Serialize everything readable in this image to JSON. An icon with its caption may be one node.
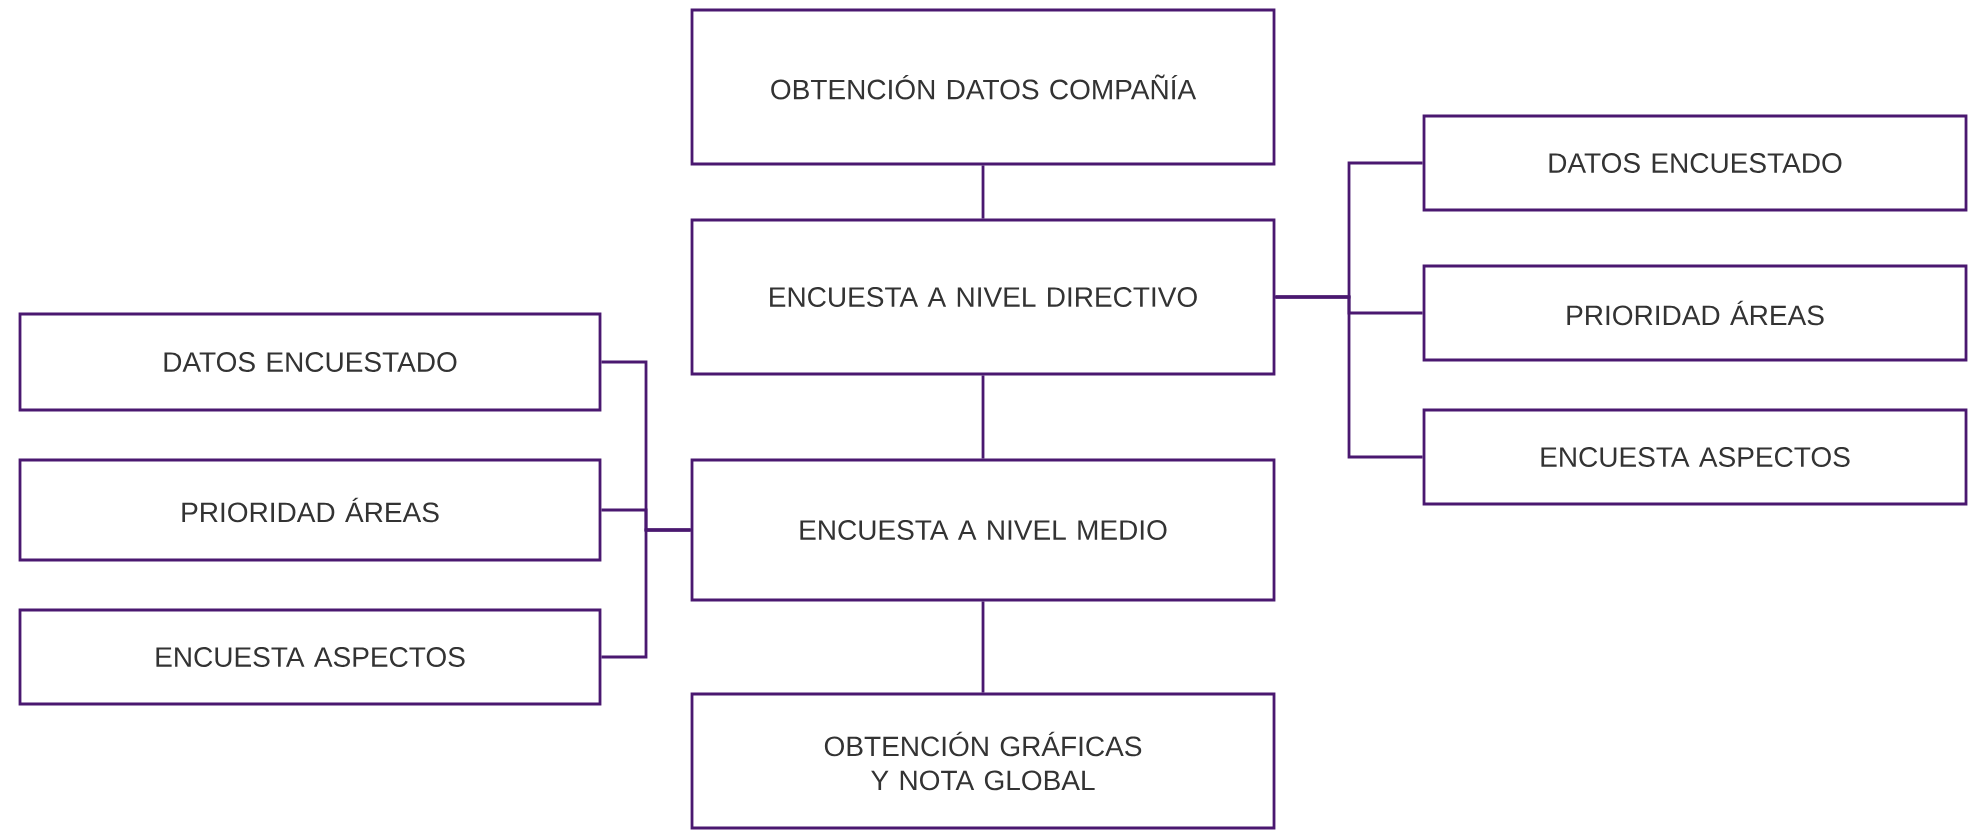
{
  "diagram": {
    "nodes": [
      {
        "text": [
          "OBTENCIÓN DATOS COMPAÑÍA"
        ]
      },
      {
        "text": [
          "ENCUESTA A NIVEL DIRECTIVO"
        ]
      },
      {
        "text": [
          "ENCUESTA A NIVEL MEDIO"
        ]
      },
      {
        "text": [
          "OBTENCIÓN GRÁFICAS Y NOTA GLOBAL"
        ]
      },
      {
        "text": [
          "DATOS ENCUESTADO"
        ]
      },
      {
        "text": [
          "PRIORIDAD ÁREAS"
        ]
      },
      {
        "text": [
          "ENCUESTA ASPECTOS"
        ]
      },
      {
        "text": [
          "DATOS ENCUESTADO"
        ]
      },
      {
        "text": [
          "PRIORIDAD ÁREAS"
        ]
      },
      {
        "text": [
          "ENCUESTA ASPECTOS"
        ]
      }
    ],
    "edges": [
      {
        "from": 0,
        "to": 1,
        "arrow": "none"
      },
      {
        "from": 1,
        "to": 2,
        "arrow": "none"
      },
      {
        "from": 2,
        "to": 3,
        "arrow": "none"
      },
      {
        "from": 1,
        "to": 4,
        "arrow": "none"
      },
      {
        "from": 1,
        "to": 5,
        "arrow": "none"
      },
      {
        "from": 1,
        "to": 6,
        "arrow": "none"
      },
      {
        "from": 7,
        "to": 2,
        "arrow": "none"
      },
      {
        "from": 8,
        "to": 2,
        "arrow": "none"
      },
      {
        "from": 9,
        "to": 2,
        "arrow": "none"
      }
    ]
  }
}
